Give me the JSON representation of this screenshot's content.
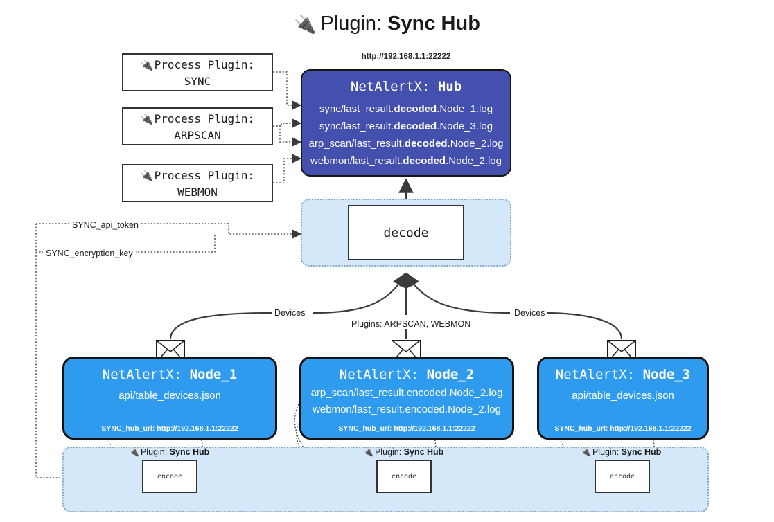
{
  "title": {
    "icon": "plug-icon",
    "prefix": "Plugin: ",
    "name": "Sync Hub"
  },
  "process_plugins": [
    {
      "icon": "plug-icon",
      "line1": "Process Plugin:",
      "line2": "SYNC"
    },
    {
      "icon": "plug-icon",
      "line1": "Process Plugin:",
      "line2": "ARPSCAN"
    },
    {
      "icon": "plug-icon",
      "line1": "Process Plugin:",
      "line2": "WEBMON"
    }
  ],
  "hub": {
    "url": "http://192.168.1.1:22222",
    "title_prefix": "NetAlertX: ",
    "title_name": "Hub",
    "color": "#4450ae",
    "logs": [
      {
        "pre": "sync/last_result.",
        "bold": "decoded",
        "post": ".Node_1.log"
      },
      {
        "pre": "sync/last_result.",
        "bold": "decoded",
        "post": ".Node_3.log"
      },
      {
        "pre": "arp_scan/last_result.",
        "bold": "decoded",
        "post": ".Node_2.log"
      },
      {
        "pre": "webmon/last_result.",
        "bold": "decoded",
        "post": ".Node_2.log"
      }
    ]
  },
  "decode": {
    "label": "decode",
    "container_color": "#d5e8f9"
  },
  "edge_labels": {
    "devices_left": "Devices",
    "devices_right": "Devices",
    "plugins": "Plugins: ARPSCAN, WEBMON",
    "api_token": "SYNC_api_token",
    "encryption_key": "SYNC_encryption_key"
  },
  "nodes": [
    {
      "title_prefix": "NetAlertX: ",
      "title_name": "Node_1",
      "lines": [
        "api/table_devices.json"
      ],
      "hub_url": "SYNC_hub_url: http://192.168.1.1:22222",
      "color": "#2e9bef"
    },
    {
      "title_prefix": "NetAlertX: ",
      "title_name": "Node_2",
      "lines": [
        "arp_scan/last_result.encoded.Node_2.log",
        "webmon/last_result.encoded.Node_2.log"
      ],
      "hub_url": "SYNC_hub_url: http://192.168.1.1:22222",
      "color": "#2e9bef"
    },
    {
      "title_prefix": "NetAlertX: ",
      "title_name": "Node_3",
      "lines": [
        "api/table_devices.json"
      ],
      "hub_url": "SYNC_hub_url: http://192.168.1.1:22222",
      "color": "#2e9bef"
    }
  ],
  "node_plugins": [
    {
      "icon": "plug-icon",
      "prefix": "Plugin: ",
      "name": "Sync Hub",
      "encode_label": "encode"
    },
    {
      "icon": "plug-icon",
      "prefix": "Plugin: ",
      "name": "Sync Hub",
      "encode_label": "encode"
    },
    {
      "icon": "plug-icon",
      "prefix": "Plugin: ",
      "name": "Sync Hub",
      "encode_label": "encode"
    }
  ]
}
